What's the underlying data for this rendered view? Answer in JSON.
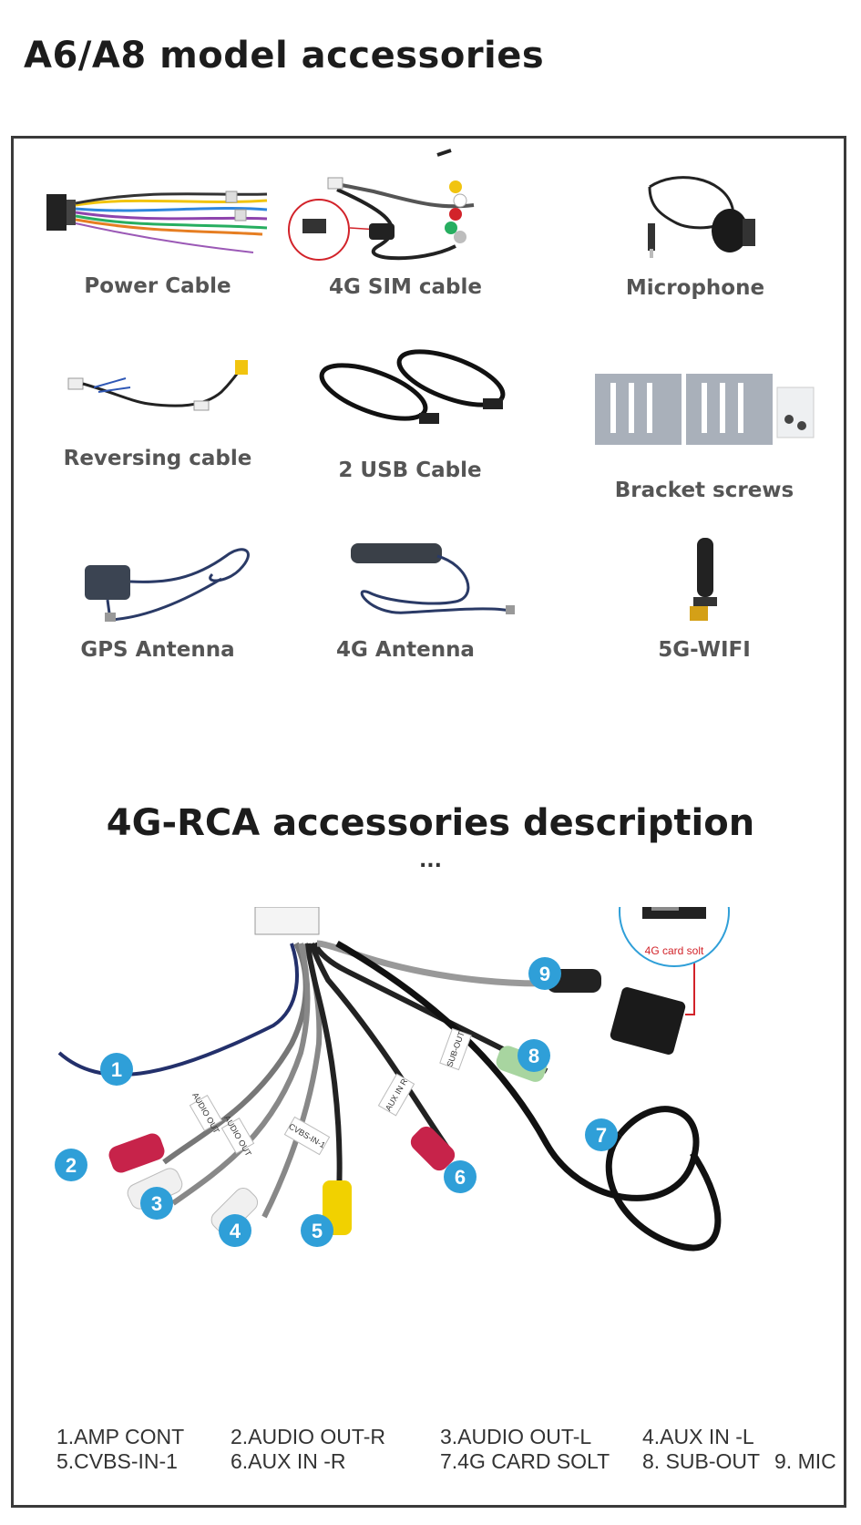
{
  "page_title": "A6/A8 model accessories",
  "accessories": [
    {
      "label": "Power Cable",
      "icon": "power-cable-image"
    },
    {
      "label": "4G SIM cable",
      "icon": "sim-cable-image"
    },
    {
      "label": "Microphone",
      "icon": "microphone-image"
    },
    {
      "label": "Reversing cable",
      "icon": "reversing-cable-image"
    },
    {
      "label": "2 USB Cable",
      "icon": "usb-cable-image"
    },
    {
      "label": "Bracket screws",
      "icon": "bracket-screws-image"
    },
    {
      "label": "GPS Antenna",
      "icon": "gps-antenna-image"
    },
    {
      "label": "4G Antenna",
      "icon": "4g-antenna-image"
    },
    {
      "label": "5G-WIFI",
      "icon": "wifi-antenna-image"
    }
  ],
  "section_title": "4G-RCA accessories description",
  "ellipsis": "...",
  "diagram": {
    "callout_text": "4G card solt",
    "markers": [
      "1",
      "2",
      "3",
      "4",
      "5",
      "6",
      "7",
      "8",
      "9"
    ],
    "cable_tags": [
      "AUDIO OUT",
      "AUDIO OUT",
      "CVBS-IN-1",
      "AUX IN R",
      "SUB-OUT"
    ]
  },
  "legend": {
    "col1": [
      "1.AMP CONT",
      "5.CVBS-IN-1"
    ],
    "col2": [
      "2.AUDIO OUT-R",
      "6.AUX IN -R"
    ],
    "col3": [
      "3.AUDIO OUT-L",
      "7.4G CARD SOLT"
    ],
    "col4": [
      "4.AUX IN -L",
      "8. SUB-OUT"
    ],
    "col5": [
      "",
      "9. MIC"
    ]
  },
  "colors": {
    "marker_blue": "#2f9fd8",
    "callout_red": "#d2232a",
    "frame": "#3a3a3a"
  }
}
